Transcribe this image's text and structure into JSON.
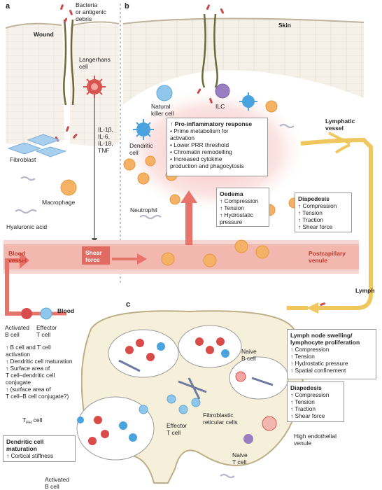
{
  "panels": {
    "a": "a",
    "b": "b",
    "c": "c"
  },
  "panel_a": {
    "bacteria": [
      "Bacteria",
      "or antigenic",
      "debris"
    ],
    "wound": "Wound",
    "langerhans": [
      "Langerhans",
      "cell"
    ],
    "cytokines": [
      "IL-1β,",
      "IL-6,",
      "IL-18,",
      "TNF"
    ],
    "fibroblast": "Fibroblast",
    "macrophage": "Macrophage",
    "hyaluronic": "Hyaluronic acid",
    "blood_vessel": [
      "Blood",
      "vessel"
    ],
    "shear_force": [
      "Shear",
      "force"
    ]
  },
  "panel_b": {
    "skin": "Skin",
    "nk": [
      "Natural",
      "killer cell"
    ],
    "ilc": "ILC",
    "dendritic": [
      "Dendritic",
      "cell"
    ],
    "neutrophil": "Neutrophil",
    "lymphatic": [
      "Lymphatic",
      "vessel"
    ],
    "postcapillary": [
      "Postcapillary",
      "venule"
    ],
    "lymph": "Lymph",
    "proinflam": {
      "title": "↑ Pro-inflammatory response",
      "items": [
        "• Prime metabolism for",
        "   activation",
        "• Lower PRR threshold",
        "• Chromatin remodelling",
        "• Increased cytokine",
        "   production and phagocytosis"
      ]
    },
    "oedema": {
      "title": "Oedema",
      "items": [
        "↑ Compression",
        "↑ Tension",
        "↑ Hydrostatic",
        "   pressure"
      ]
    },
    "diapedesis": {
      "title": "Diapedesis",
      "items": [
        "↑ Compression",
        "↑ Tension",
        "↑ Traction",
        "↑ Shear force"
      ]
    }
  },
  "panel_c": {
    "blood": "Blood",
    "activated_b": [
      "Activated",
      "B cell"
    ],
    "effector_t": [
      "Effector",
      "T cell"
    ],
    "left_box": [
      "↑ B cell and T cell",
      "   activation",
      "↑ Dendritic cell maturation",
      "↑ Surface area of",
      "   T cell–dendritic cell",
      "   conjugate",
      "↑ (surface area of",
      "   T cell–B cell conjugate?)"
    ],
    "tfh": "T",
    "tfh_sub": "FH",
    "tfh_suffix": " cell",
    "dc_maturation": {
      "title": [
        "Dendritic cell",
        "maturation"
      ],
      "items": [
        "↑ Cortical stiffness"
      ]
    },
    "activated_b_bottom": [
      "Activated",
      "B cell"
    ],
    "naive_b": [
      "Naive",
      "B cell"
    ],
    "effector_t_mid": [
      "Effector",
      "T cell"
    ],
    "fibroblastic": [
      "Fibroblastic",
      "reticular cells"
    ],
    "naive_t": [
      "Naive",
      "T cell"
    ],
    "hev": [
      "High endothelial",
      "venule"
    ],
    "lymph_node": {
      "title": [
        "Lymph node swelling/",
        "lymphocyte proliferation"
      ],
      "items": [
        "↑ Compression",
        "↑ Tension",
        "↑ Hydrostatic pressure",
        "↑ Spatial confinement"
      ]
    },
    "diapedesis": {
      "title": "Diapedesis",
      "items": [
        "↑ Compression",
        "↑ Tension",
        "↑ Traction",
        "↑ Shear force"
      ]
    }
  },
  "colors": {
    "vessel": "#f2b8b0",
    "vessel_dark": "#e88a80",
    "arrow_red": "#e8736a",
    "lymph_yellow": "#f0c75e",
    "skin": "#efe7d8",
    "cell_blue": "#8fc6ea",
    "cell_red": "#d94b48",
    "neutrophil": "#f5b266",
    "dendritic": "#4aa3de",
    "ilc": "#9a7ec2",
    "node_fill": "#f6efd9"
  }
}
